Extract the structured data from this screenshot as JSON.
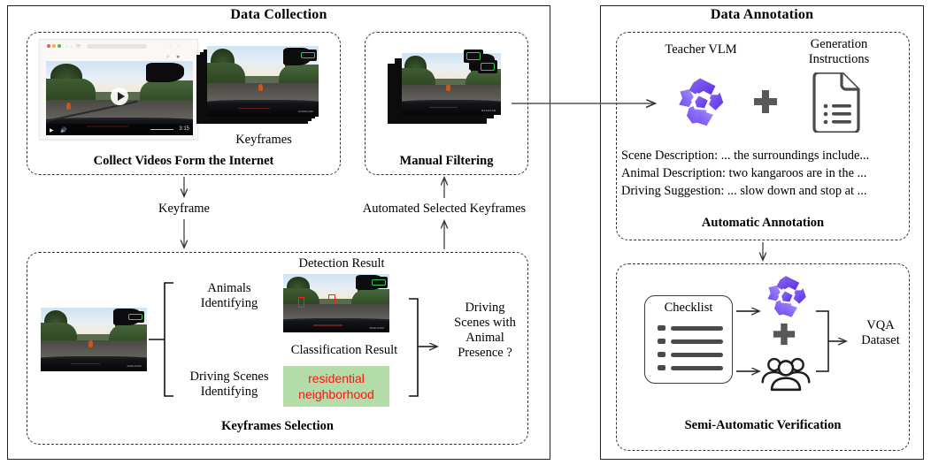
{
  "figure": {
    "left_panel": {
      "title": "Data Collection",
      "collect": {
        "caption": "Collect Videos Form the Internet",
        "video": {
          "duration": "3:15",
          "play_icon": "play-icon"
        },
        "keyframes_label": "Keyframes"
      },
      "manual_filter": {
        "caption": "Manual Filtering"
      },
      "flow": {
        "keyframe_label": "Keyframe",
        "automated_label": "Automated Selected Keyframes"
      },
      "keyframes_selection": {
        "caption": "Keyframes Selection",
        "branch_top": "Animals\nIdentifying",
        "branch_bottom": "Driving Scenes\nIdentifying",
        "detection_title": "Detection Result",
        "classification_title": "Classification Result",
        "classification_value": "residential\nneighborhood",
        "output": "Driving\nScenes with\nAnimal\nPresence ?"
      }
    },
    "right_panel": {
      "title": "Data Annotation",
      "automatic": {
        "caption": "Automatic Annotation",
        "teacher_label": "Teacher VLM",
        "instructions_label": "Generation\nInstructions",
        "plus": "+",
        "annotations": [
          "Scene Description: ... the surroundings include...",
          "Animal Description: two kangaroos are in the ...",
          "Driving Suggestion: ... slow down and stop at ..."
        ]
      },
      "verification": {
        "caption": "Semi-Automatic Verification",
        "checklist_label": "Checklist",
        "plus": "+",
        "output_label": "VQA\nDataset"
      }
    },
    "colors": {
      "panel_border": "#222222",
      "dashed_border": "#333333",
      "classification_bg": "#b3dca8",
      "classification_text": "#ff1414",
      "detection_box": "#ff1e1e",
      "vlm_purple": "#6b46ef",
      "vlm_purple_light": "#9a7dff",
      "icon_gray": "#4a4a4a",
      "sign_green": "#2ecb52"
    }
  }
}
